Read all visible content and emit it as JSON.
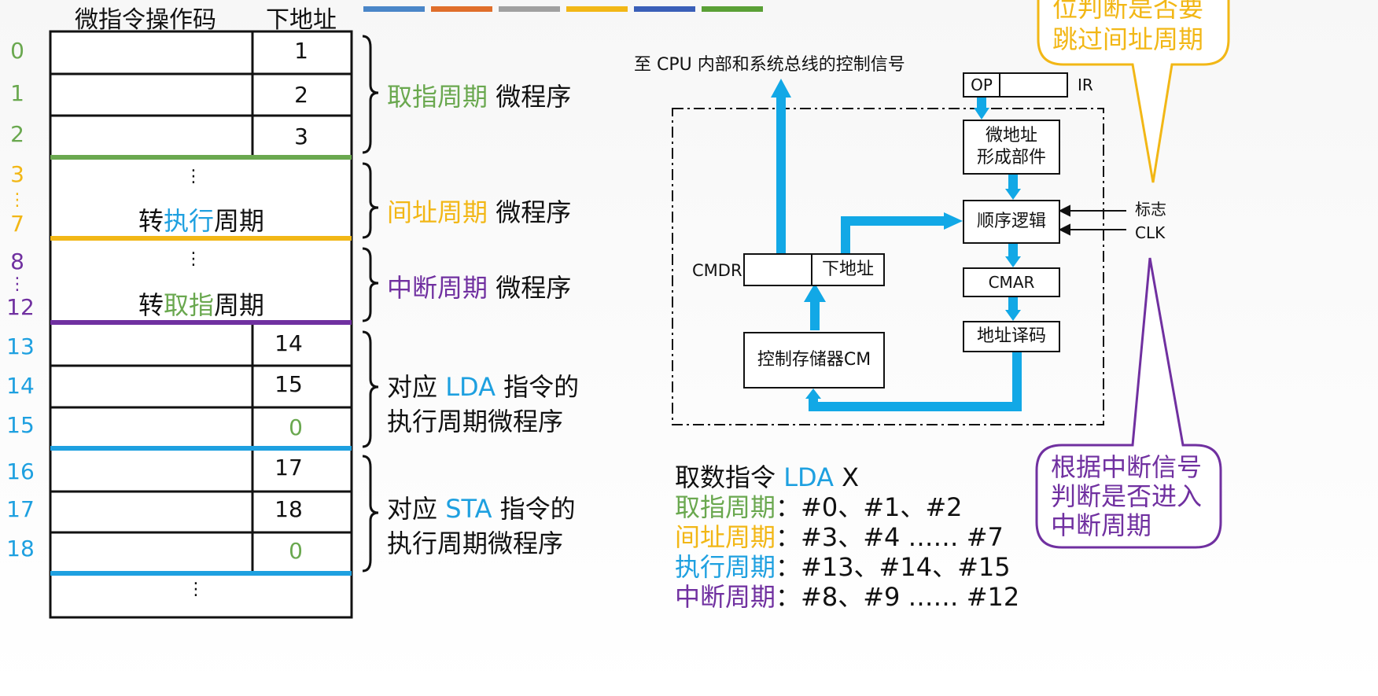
{
  "colors": {
    "green": "#6aa84f",
    "orange_yellow": "#f2b716",
    "purple": "#7030a0",
    "blue": "#1ea0e0",
    "arrow_blue": "#12a8e6",
    "legend": [
      "#4a86c8",
      "#e06e2a",
      "#a0a0a0",
      "#f2b716",
      "#3a5fb8",
      "#5aa036"
    ]
  },
  "table": {
    "header_opcode": "微指令操作码",
    "header_next": "下地址",
    "addresses": [
      "0",
      "1",
      "2",
      "3",
      "7",
      "8",
      "12",
      "13",
      "14",
      "15",
      "16",
      "17",
      "18"
    ],
    "addr_dots": "⋮",
    "next_values": [
      "1",
      "2",
      "3",
      "14",
      "15",
      "0",
      "17",
      "18",
      "0"
    ],
    "cell_dots": "⋮",
    "indirect_text": {
      "pre": "转",
      "mid": "执行",
      "post": "周期"
    },
    "interrupt_text": {
      "pre": "转",
      "mid": "取指",
      "post": "周期"
    }
  },
  "groups": {
    "fetch": {
      "colored": "取指周期",
      "rest": " 微程序"
    },
    "indirect": {
      "colored": "间址周期",
      "rest": " 微程序"
    },
    "interrupt": {
      "colored": "中断周期",
      "rest": " 微程序"
    },
    "lda": {
      "pre": "对应 ",
      "colored": "LDA",
      "post": " 指令的",
      "line2": "执行周期微程序"
    },
    "sta": {
      "pre": "对应 ",
      "colored": "STA",
      "post": " 指令的",
      "line2": "执行周期微程序"
    }
  },
  "diagram": {
    "top_label": "至 CPU 内部和系统总线的控制信号",
    "op": "OP",
    "ir": "IR",
    "micro_addr_line1": "微地址",
    "micro_addr_line2": "形成部件",
    "seq_logic": "顺序逻辑",
    "flag": "标志",
    "clk": "CLK",
    "cmdr": "CMDR",
    "next_addr": "下地址",
    "cmar": "CMAR",
    "decoder": "地址译码",
    "cm": "控制存储器CM"
  },
  "summary": {
    "title_pre": "取数指令 ",
    "title_lda": "LDA",
    "title_post": " X",
    "rows": [
      {
        "label": "取指周期",
        "value": "：#0、#1、#2"
      },
      {
        "label": "间址周期",
        "value": "：#3、#4 …… #7"
      },
      {
        "label": "执行周期",
        "value": "：#13、#14、#15"
      },
      {
        "label": "中断周期",
        "value": "：#8、#9 …… #12"
      }
    ]
  },
  "callouts": {
    "yellow": [
      "位判断是否要",
      "跳过间址周期"
    ],
    "purple": [
      "根据中断信号",
      "判断是否进入",
      "中断周期"
    ]
  }
}
